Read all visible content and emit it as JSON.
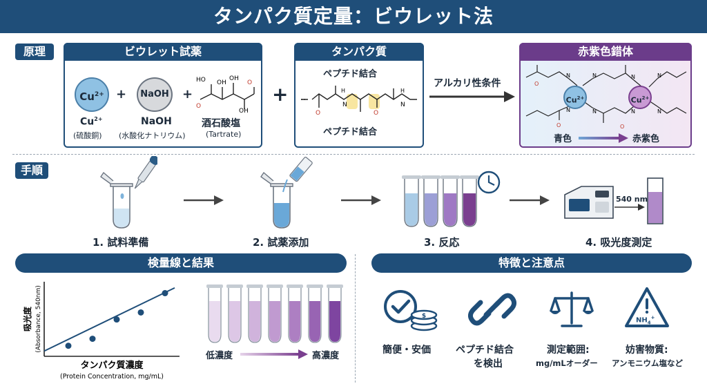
{
  "title": "タンパク質定量：ビウレット法",
  "principle": {
    "tag": "原理",
    "reagent": {
      "header": "ビウレット試薬",
      "cu_label": "Cu",
      "cu_charge": "2+",
      "cu_name": "Cu",
      "cu_name_charge": "2+",
      "cu_sub": "(硫酸銅)",
      "naoh_label": "NaOH",
      "naoh_name": "NaOH",
      "naoh_sub": "(水酸化ナトリウム)",
      "tartrate_name": "酒石酸塩",
      "tartrate_sub": "(Tartrate)",
      "plus": "+"
    },
    "protein": {
      "header": "タンパク質",
      "peptide_top": "ペプチド結合",
      "peptide_bottom": "ペプチド結合"
    },
    "plus_big": "+",
    "condition": "アルカリ性条件",
    "complex": {
      "header": "赤紫色錯体",
      "cu1": "Cu",
      "cu1_charge": "2+",
      "cu2": "Cu",
      "cu2_charge": "2+",
      "from_color": "青色",
      "to_color": "赤紫色"
    }
  },
  "procedure": {
    "tag": "手順",
    "steps": [
      "1. 試料準備",
      "2. 試薬添加",
      "3. 反応",
      "4. 吸光度測定"
    ],
    "wavelength": "540 nm"
  },
  "calibration": {
    "header": "検量線と結果",
    "ylabel": "吸光度",
    "ylabel_sub": "(Absorbance, 540nm)",
    "xlabel": "タンパク質濃度",
    "xlabel_sub": "(Protein Concentration, mg/mL)",
    "low": "低濃度",
    "high": "高濃度"
  },
  "chart_data": {
    "type": "scatter",
    "title": "検量線",
    "xlabel": "タンパク質濃度 (Protein Concentration, mg/mL)",
    "ylabel": "吸光度 (Absorbance, 540nm)",
    "x": [
      1,
      2,
      3,
      4,
      5
    ],
    "y": [
      0.12,
      0.2,
      0.42,
      0.5,
      0.72
    ],
    "fit_line": {
      "x": [
        0,
        5.4
      ],
      "y": [
        0.06,
        0.78
      ]
    },
    "xlim": [
      0,
      5.6
    ],
    "ylim": [
      0,
      0.85
    ]
  },
  "features": {
    "header": "特徴と注意点",
    "items": [
      {
        "line1": "簡便・安価",
        "line2": ""
      },
      {
        "line1": "ペプチド結合",
        "line2": "を検出"
      },
      {
        "line1": "測定範囲:",
        "line2": "mg/mLオーダー"
      },
      {
        "line1": "妨害物質:",
        "line2": "アンモニウム塩など"
      }
    ],
    "nh4": "NH",
    "nh4_sup": "+",
    "nh4_sub": "4"
  },
  "colors": {
    "navy": "#1f4e79",
    "blue": "#8fc1e3",
    "purple": "#7a3f8f"
  }
}
